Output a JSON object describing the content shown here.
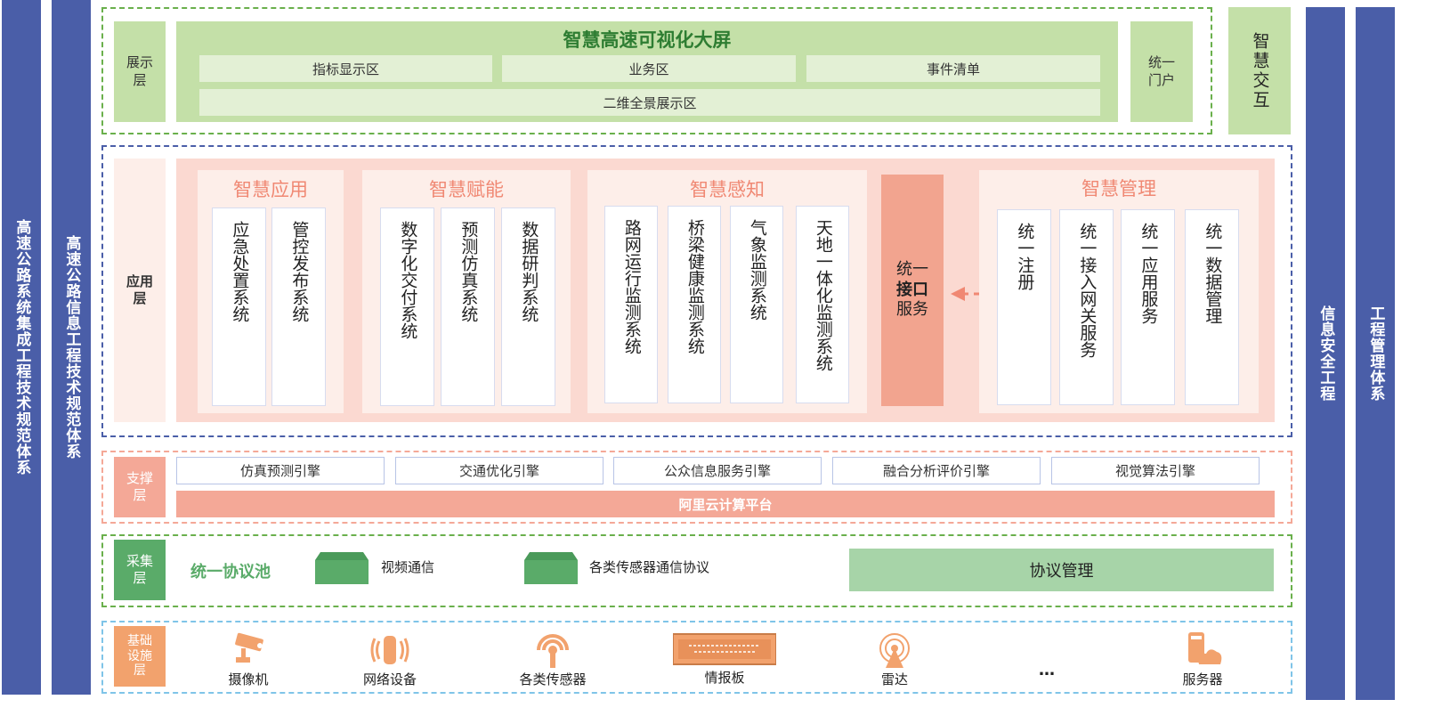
{
  "left_bars": [
    {
      "label": "高速公路系统集成工程技术规范体系"
    },
    {
      "label": "高速公路信息工程技术规范体系"
    }
  ],
  "right_bars": [
    {
      "label": "信息安全工程"
    },
    {
      "label": "工程管理体系"
    }
  ],
  "display_layer": {
    "label": "展示层",
    "title": "智慧高速可视化大屏",
    "row1": [
      "指标显示区",
      "业务区",
      "事件清单"
    ],
    "row2": "二维全景展示区",
    "portal": "统一门户",
    "interaction": "智慧交互"
  },
  "app_layer": {
    "label": "应用层",
    "groups": [
      {
        "title": "智慧应用",
        "items": [
          "应急处置系统",
          "管控发布系统"
        ]
      },
      {
        "title": "智慧赋能",
        "items": [
          "数字化交付系统",
          "预测仿真系统",
          "数据研判系统"
        ]
      },
      {
        "title": "智慧感知",
        "items": [
          "路网运行监测系统",
          "桥梁健康监测系统",
          "气象监测系统",
          "天地一体化监测系统"
        ]
      },
      {
        "title": "智慧管理",
        "items": [
          "统一注册",
          "统一接入网关服务",
          "统一应用服务",
          "统一数据管理"
        ]
      }
    ],
    "interface": {
      "line1": "统一",
      "line2": "接口",
      "line3": "服务"
    }
  },
  "support_layer": {
    "label": "支撑层",
    "engines": [
      "仿真预测引擎",
      "交通优化引擎",
      "公众信息服务引擎",
      "融合分析评价引擎",
      "视觉算法引擎"
    ],
    "platform": "阿里云计算平台"
  },
  "collect_layer": {
    "label": "采集层",
    "pool": "统一协议池",
    "protocols": [
      "视频通信",
      "各类传感器通信协议"
    ],
    "management": "协议管理"
  },
  "infra_layer": {
    "label": "基础设施层",
    "items": [
      {
        "label": "摄像机",
        "icon": "camera-icon"
      },
      {
        "label": "网络设备",
        "icon": "network-device-icon"
      },
      {
        "label": "各类传感器",
        "icon": "sensor-icon"
      },
      {
        "label": "情报板",
        "icon": "info-board-icon"
      },
      {
        "label": "雷达",
        "icon": "radar-icon"
      },
      {
        "label": "…",
        "icon": ""
      },
      {
        "label": "服务器",
        "icon": "server-icon"
      }
    ]
  },
  "colors": {
    "blue_bar": "#4a5ea8",
    "green": "#c4e0a8",
    "salmon": "#f4a897",
    "orange_icon": "#f2a26d",
    "protocol_green": "#5aab69"
  }
}
